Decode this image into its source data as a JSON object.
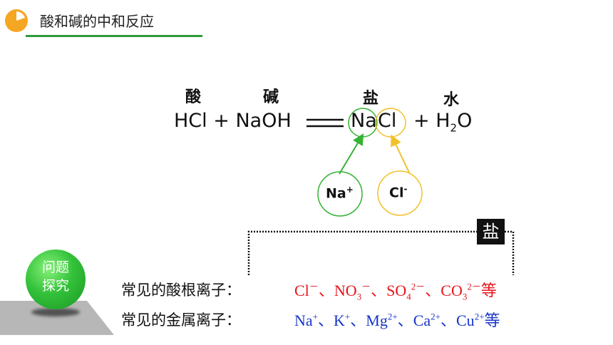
{
  "header": {
    "title": "酸和碱的中和反应",
    "icon": "pie-chart-icon",
    "accent_color": "#f5a623",
    "rule_color": "#2e9b3a"
  },
  "equation": {
    "labels": {
      "acid": "酸",
      "base": "碱",
      "salt": "盐",
      "water": "水"
    },
    "lhs": "HCl + NaOH",
    "salt_part1": "Na",
    "salt_part2": "Cl",
    "plus_water": "+ H",
    "water_sub": "2",
    "water_tail": "O",
    "ions": {
      "na": {
        "symbol": "Na",
        "charge": "+",
        "color": "#34b233"
      },
      "cl": {
        "symbol": "Cl",
        "charge": "-",
        "color": "#f2c029"
      }
    }
  },
  "salt_box": {
    "label": "盐"
  },
  "badge": {
    "line1": "问题",
    "line2": "探究",
    "color": "#34c23a"
  },
  "acid_radicals": {
    "label": "常见的酸根离子：",
    "items": [
      {
        "base": "Cl",
        "sub": "",
        "sup": "－"
      },
      {
        "base": "NO",
        "sub": "3",
        "sup": "－"
      },
      {
        "base": "SO",
        "sub": "4",
        "sup": "2－"
      },
      {
        "base": "CO",
        "sub": "3",
        "sup": "2－"
      }
    ],
    "sep": "、",
    "suffix": "等",
    "color": "#e8131b"
  },
  "metal_ions": {
    "label": "常见的金属离子：",
    "items": [
      {
        "base": "Na",
        "sup": "+"
      },
      {
        "base": "K",
        "sup": "+"
      },
      {
        "base": "Mg",
        "sup": "2+"
      },
      {
        "base": "Ca",
        "sup": "2+"
      },
      {
        "base": "Cu",
        "sup": "2+"
      }
    ],
    "sep": "、",
    "suffix": "等",
    "color": "#1736c8"
  }
}
